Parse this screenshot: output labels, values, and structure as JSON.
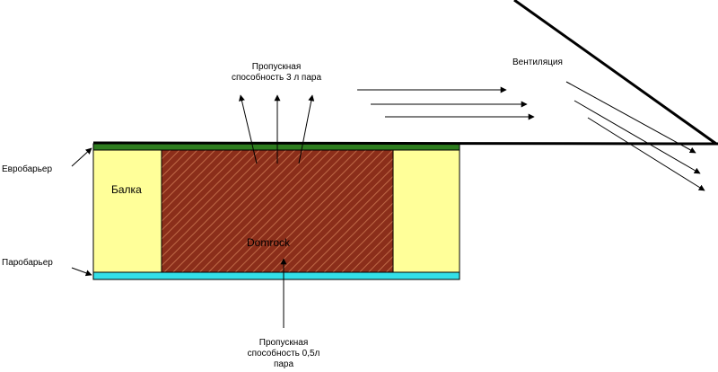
{
  "labels": {
    "eurobarrier": "Евробарьер",
    "vapor_barrier": "Паробарьер",
    "beam": "Балка",
    "insulation": "Domrock",
    "ventilation": "Вентиляция",
    "top_throughput_line1": "Пропускная",
    "top_throughput_line2": "способность 3 л пара",
    "bottom_throughput_line1": "Пропускная",
    "bottom_throughput_line2": "способность 0,5л",
    "bottom_throughput_line3": "пара"
  },
  "colors": {
    "beam_fill": "#ffff99",
    "insulation_base": "#8b2e1a",
    "insulation_hatch": "#c06a48",
    "eurobarrier": "#2e7d1f",
    "vapor_barrier": "#33e0e8",
    "stroke": "#000000"
  }
}
